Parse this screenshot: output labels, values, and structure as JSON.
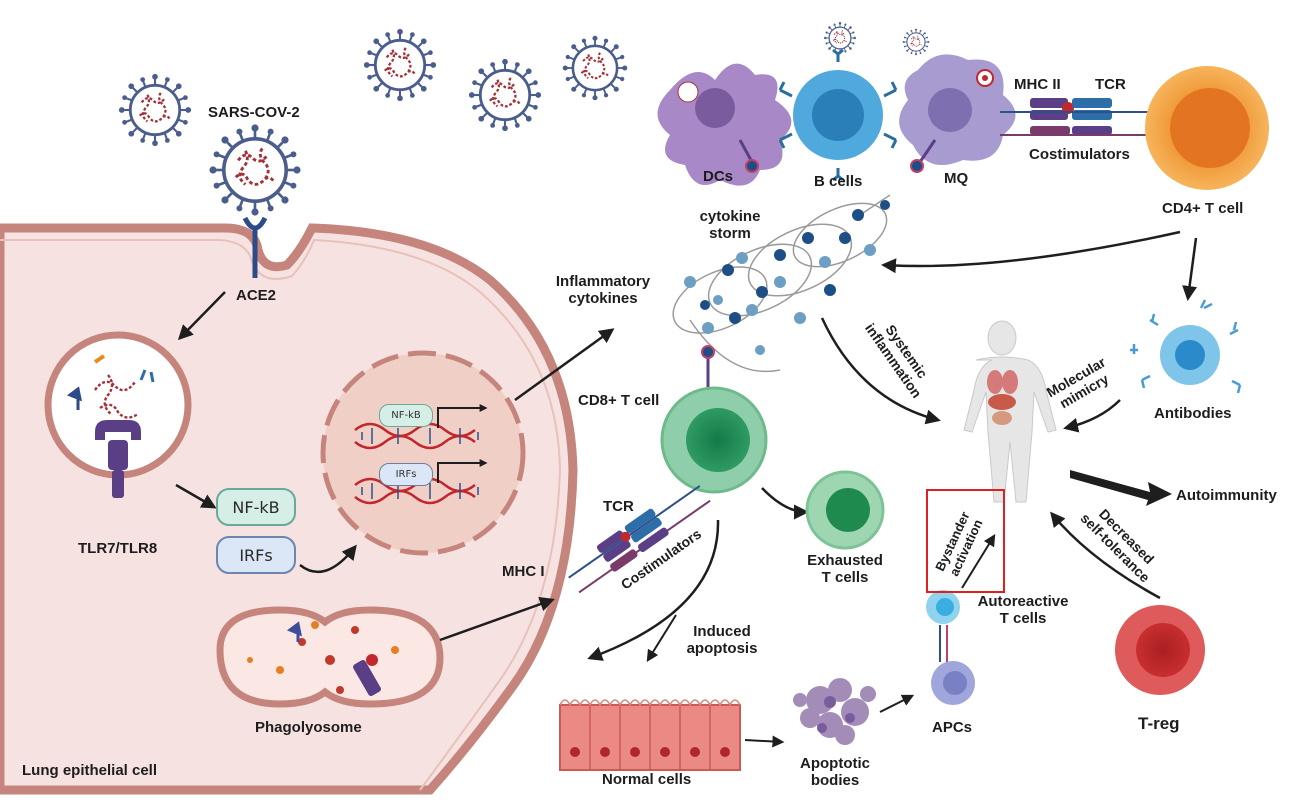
{
  "labels": {
    "sars": "SARS-COV-2",
    "ace2": "ACE2",
    "tlr": "TLR7/TLR8",
    "nfkb": "NF-kB",
    "irfs": "IRFs",
    "nfkb_small": "NF-kB",
    "irfs_small": "IRFs",
    "phago": "Phagolyosome",
    "lung": "Lung epithelial cell",
    "inflam_1": "Inflammatory",
    "inflam_2": "cytokines",
    "storm_1": "cytokine",
    "storm_2": "storm",
    "dcs": "DCs",
    "bcells": "B cells",
    "mq": "MQ",
    "mhc2": "MHC II",
    "tcr_top": "TCR",
    "costim_top": "Costimulators",
    "cd4": "CD4+ T cell",
    "cd8": "CD8+ T cell",
    "tcr_mid": "TCR",
    "mhc1": "MHC I",
    "costim_mid": "Costimulators",
    "exhausted_1": "Exhausted",
    "exhausted_2": "T cells",
    "systemic_1": "Systemic",
    "systemic_2": "inflammation",
    "molecular_1": "Molecular",
    "molecular_2": "mimicry",
    "antibodies": "Antibodies",
    "autoimmunity": "Autoimmunity",
    "decreased_1": "Decreased",
    "decreased_2": "self-tolerance",
    "bystander_1": "Bystander",
    "bystander_2": "activation",
    "autoreactive_1": "Autoreactive",
    "autoreactive_2": "T cells",
    "induced_1": "Induced",
    "induced_2": "apoptosis",
    "normal": "Normal cells",
    "apoptotic_1": "Apoptotic",
    "apoptotic_2": "bodies",
    "apcs": "APCs",
    "treg": "T-reg"
  },
  "colors": {
    "lung_cell_fill": "#f6e3e1",
    "lung_cell_border": "#c5857c",
    "virus_ring": "#4a5d8c",
    "virus_core": "#a3323a",
    "cd4": "#f6a340",
    "cd8": "#6fb98a",
    "treg": "#d8474a",
    "bcell": "#4fa9dd",
    "dc": "#a888c6",
    "highlight": "#e02020",
    "arrow": "#1e1e1e"
  },
  "icons": [
    "sars-cov-2-virion-icon",
    "ace2-receptor-icon",
    "tlr-receptor-icon",
    "dna-helix-icon",
    "human-body-icon",
    "antibody-icon"
  ]
}
